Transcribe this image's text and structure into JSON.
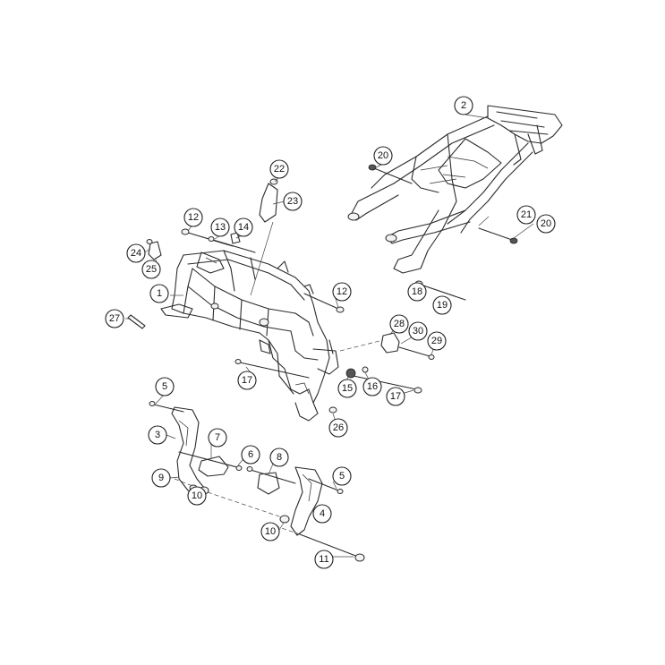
{
  "callouts": [
    {
      "label": "1"
    },
    {
      "label": "2"
    },
    {
      "label": "3"
    },
    {
      "label": "4"
    },
    {
      "label": "5"
    },
    {
      "label": "5"
    },
    {
      "label": "6"
    },
    {
      "label": "7"
    },
    {
      "label": "8"
    },
    {
      "label": "9"
    },
    {
      "label": "10"
    },
    {
      "label": "10"
    },
    {
      "label": "11"
    },
    {
      "label": "12"
    },
    {
      "label": "12"
    },
    {
      "label": "13"
    },
    {
      "label": "14"
    },
    {
      "label": "15"
    },
    {
      "label": "16"
    },
    {
      "label": "17"
    },
    {
      "label": "17"
    },
    {
      "label": "18"
    },
    {
      "label": "19"
    },
    {
      "label": "20"
    },
    {
      "label": "20"
    },
    {
      "label": "21"
    },
    {
      "label": "22"
    },
    {
      "label": "23"
    },
    {
      "label": "24"
    },
    {
      "label": "25"
    },
    {
      "label": "26"
    },
    {
      "label": "27"
    },
    {
      "label": "28"
    },
    {
      "label": "29"
    },
    {
      "label": "30"
    }
  ]
}
